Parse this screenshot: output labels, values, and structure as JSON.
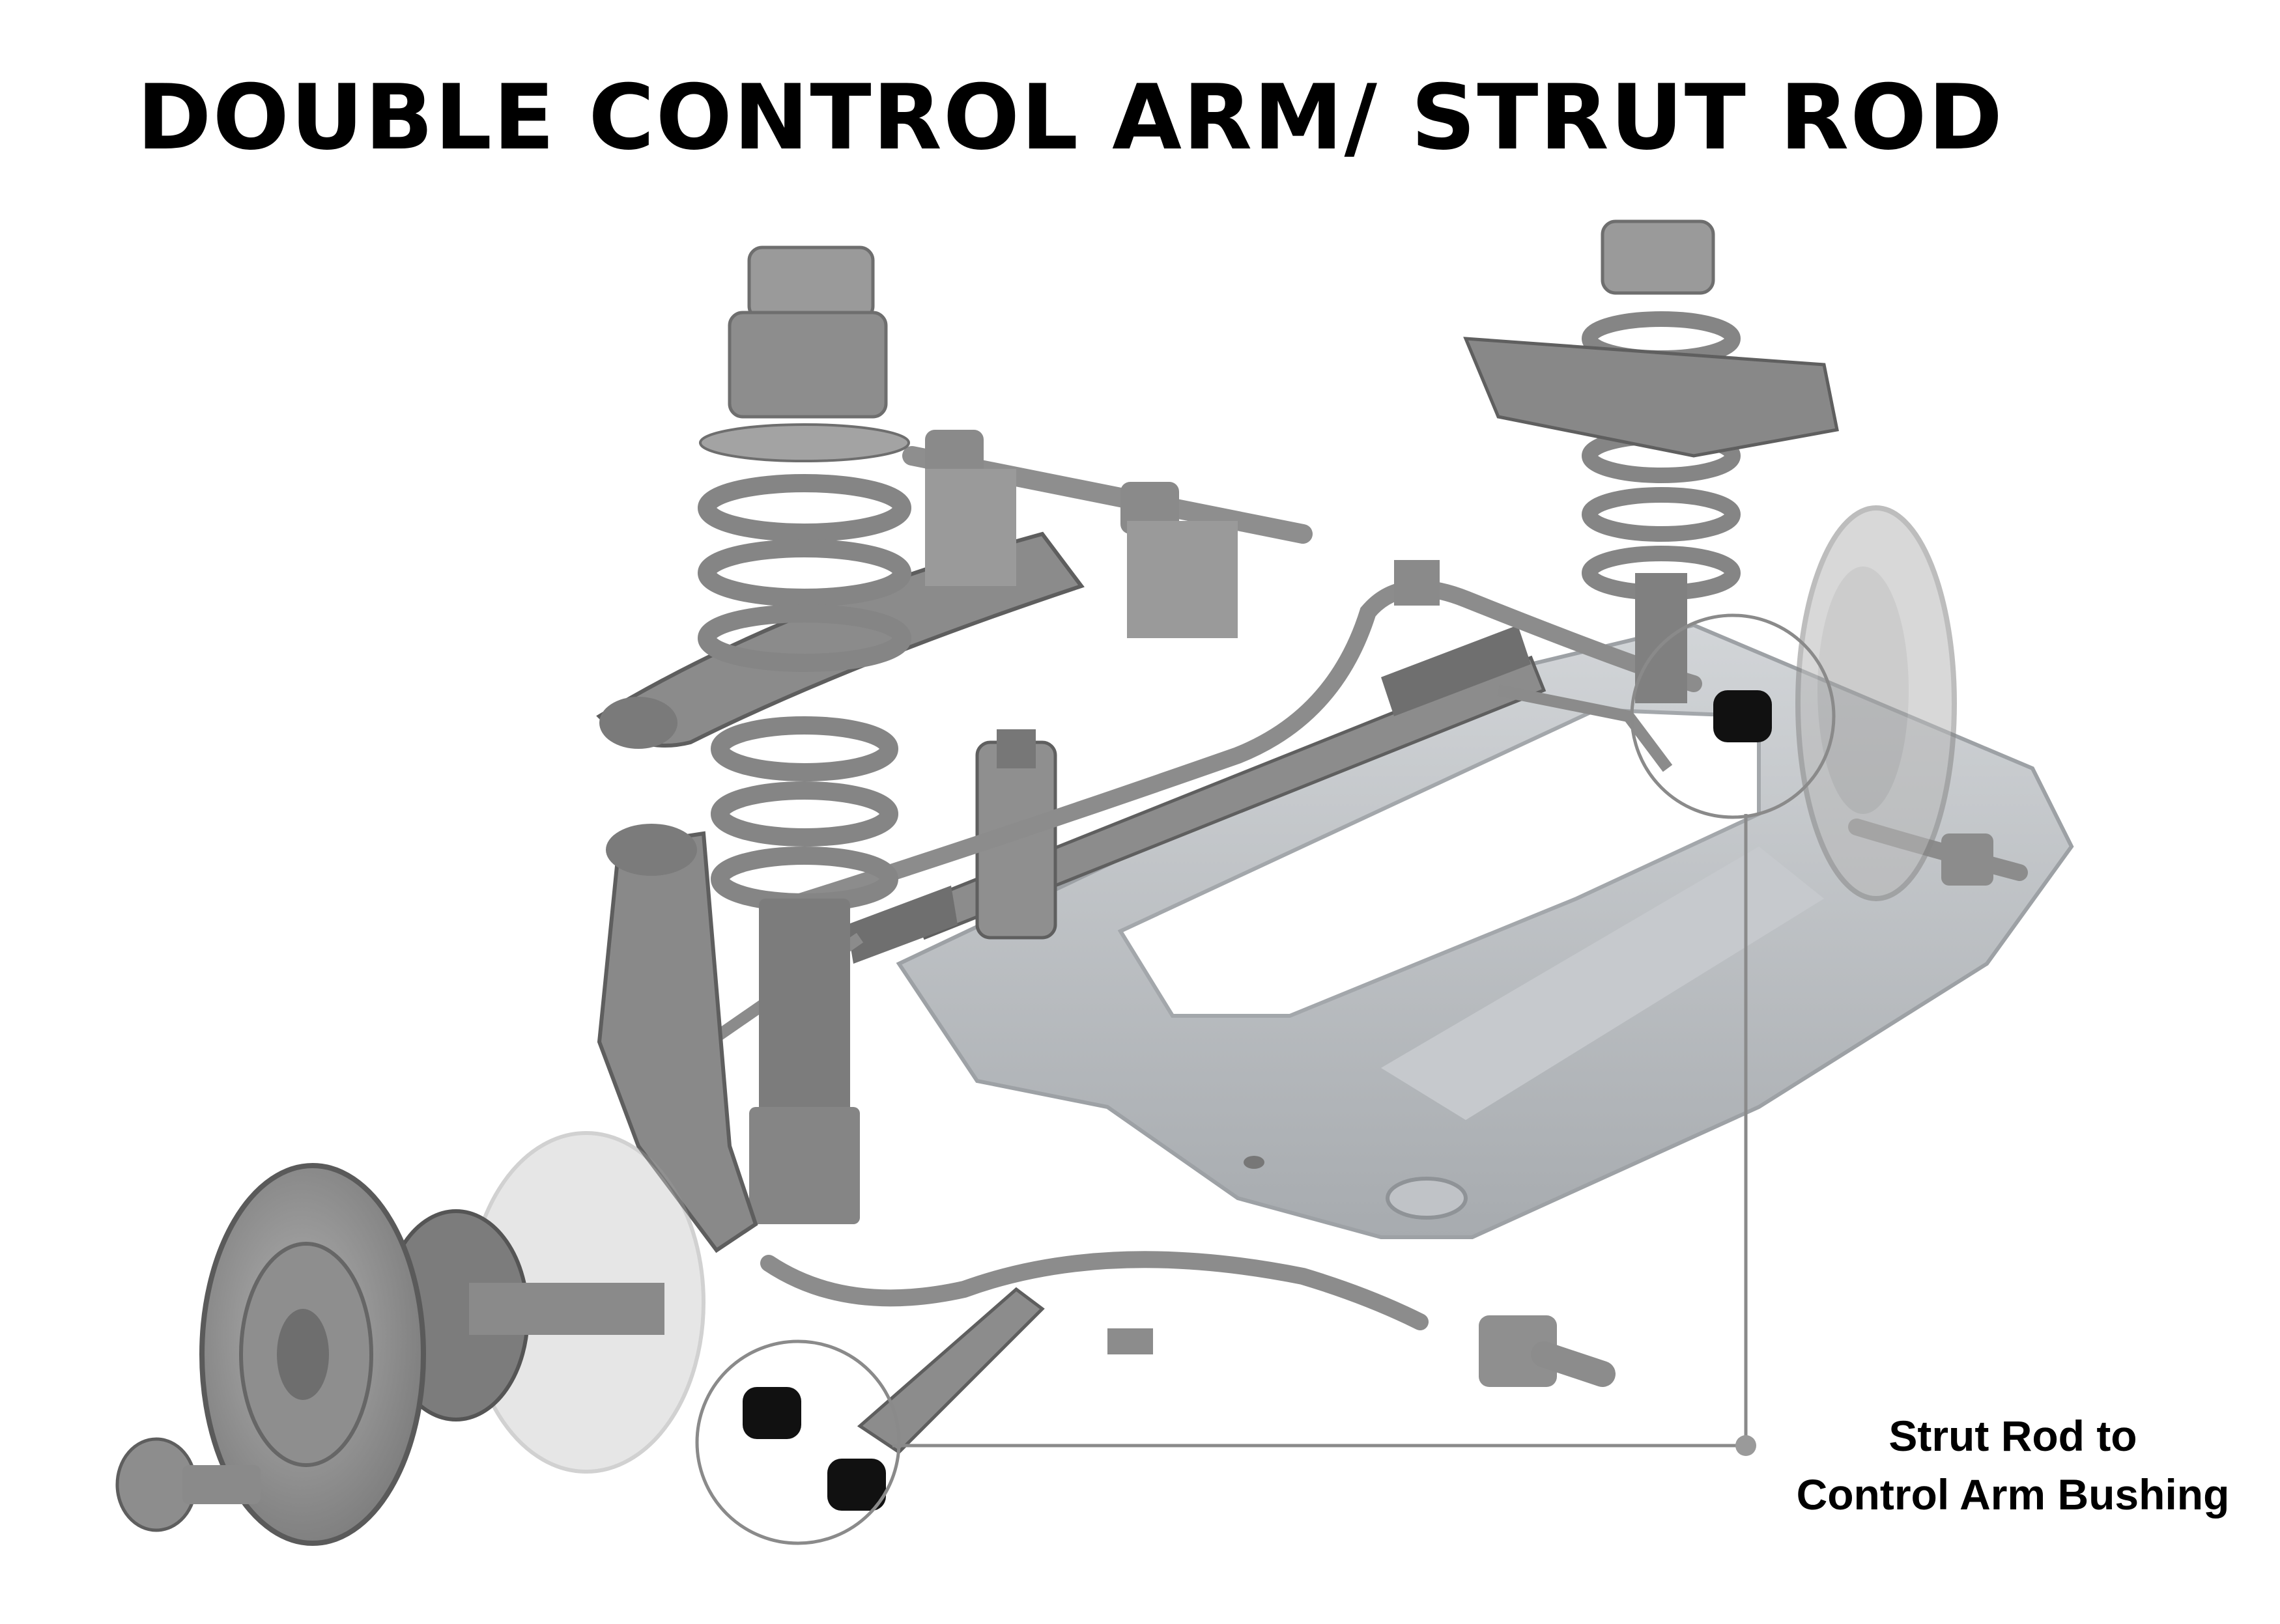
{
  "title": "DOUBLE CONTROL ARM/ STRUT ROD",
  "callout": {
    "line1": "Strut Rod to",
    "line2": "Control Arm Bushing"
  },
  "colors": {
    "part": "#8c8c8c",
    "part_light": "#b9bcbf",
    "part_dark": "#6e6e6e",
    "highlight_bushing": "#111111",
    "leader_line": "#8a8a8a"
  }
}
